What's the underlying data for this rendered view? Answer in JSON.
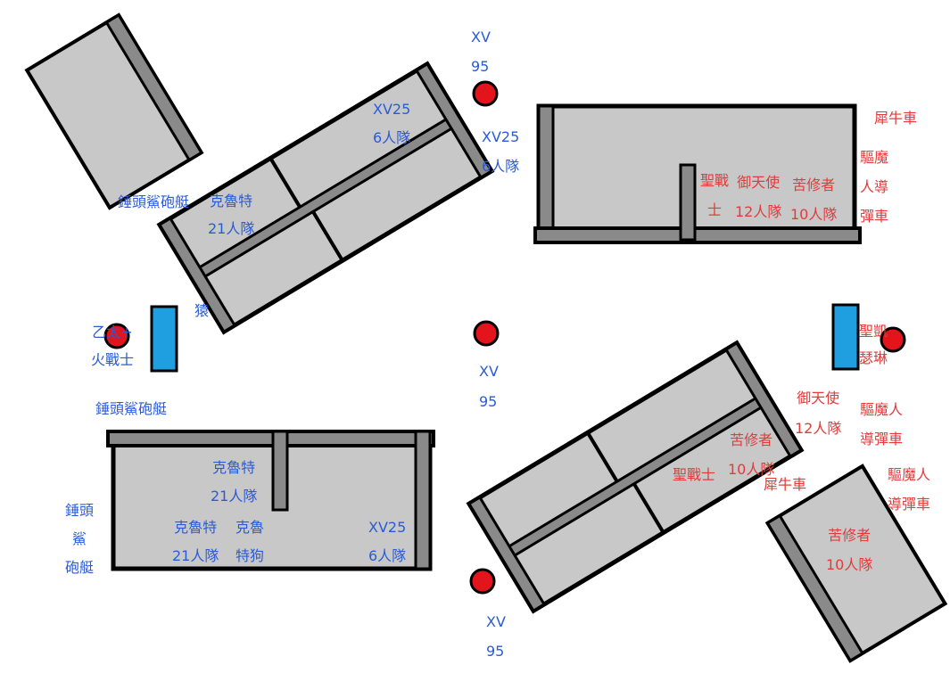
{
  "colors": {
    "blue_team": "#2a5bd6",
    "red_team": "#e23b3b",
    "building_fill": "#c8c8c8",
    "building_outline": "#000000",
    "objective_marker": "#e3141b",
    "deployment_marker": "#1f9fe0"
  },
  "labels": {
    "blue": {
      "xv95_top": "XV\n95",
      "xv25_a": "XV25\n6人隊",
      "xv25_b": "XV25\n6人隊",
      "hammer_tl": "錘頭鯊砲艇",
      "krootA": "克魯特\n21人隊",
      "ape": "猿",
      "salamander": "乙太+\n火戰士",
      "xv95_mid": "XV\n95",
      "hammer_ml": "錘頭鯊砲艇",
      "krootB": "克魯特\n21人隊",
      "hammer_vert": "錘頭\n鯊\n砲艇",
      "krootC": "克魯特\n21人隊",
      "krootdog": "克魯\n特狗",
      "xv25_c": "XV25\n6人隊",
      "xv95_bot": "XV\n95"
    },
    "red": {
      "rhino_tr": "犀牛車",
      "exorcist_tr": "驅魔\n人導\n彈車",
      "holywarrior_tr": "聖戰\n士",
      "seraph_tr": "御天使\n12人隊",
      "penitent_tr": "苦修者\n10人隊",
      "celestine": "聖凱\n瑟琳",
      "seraph_br": "御天使\n12人隊",
      "exorcist_br1": "驅魔人\n導彈車",
      "penitent_br1": "苦修者\n10人隊",
      "holywarrior_br": "聖戰士",
      "rhino_br": "犀牛車",
      "exorcist_br2": "驅魔人\n導彈車",
      "penitent_br2": "苦修者\n10人隊"
    }
  }
}
